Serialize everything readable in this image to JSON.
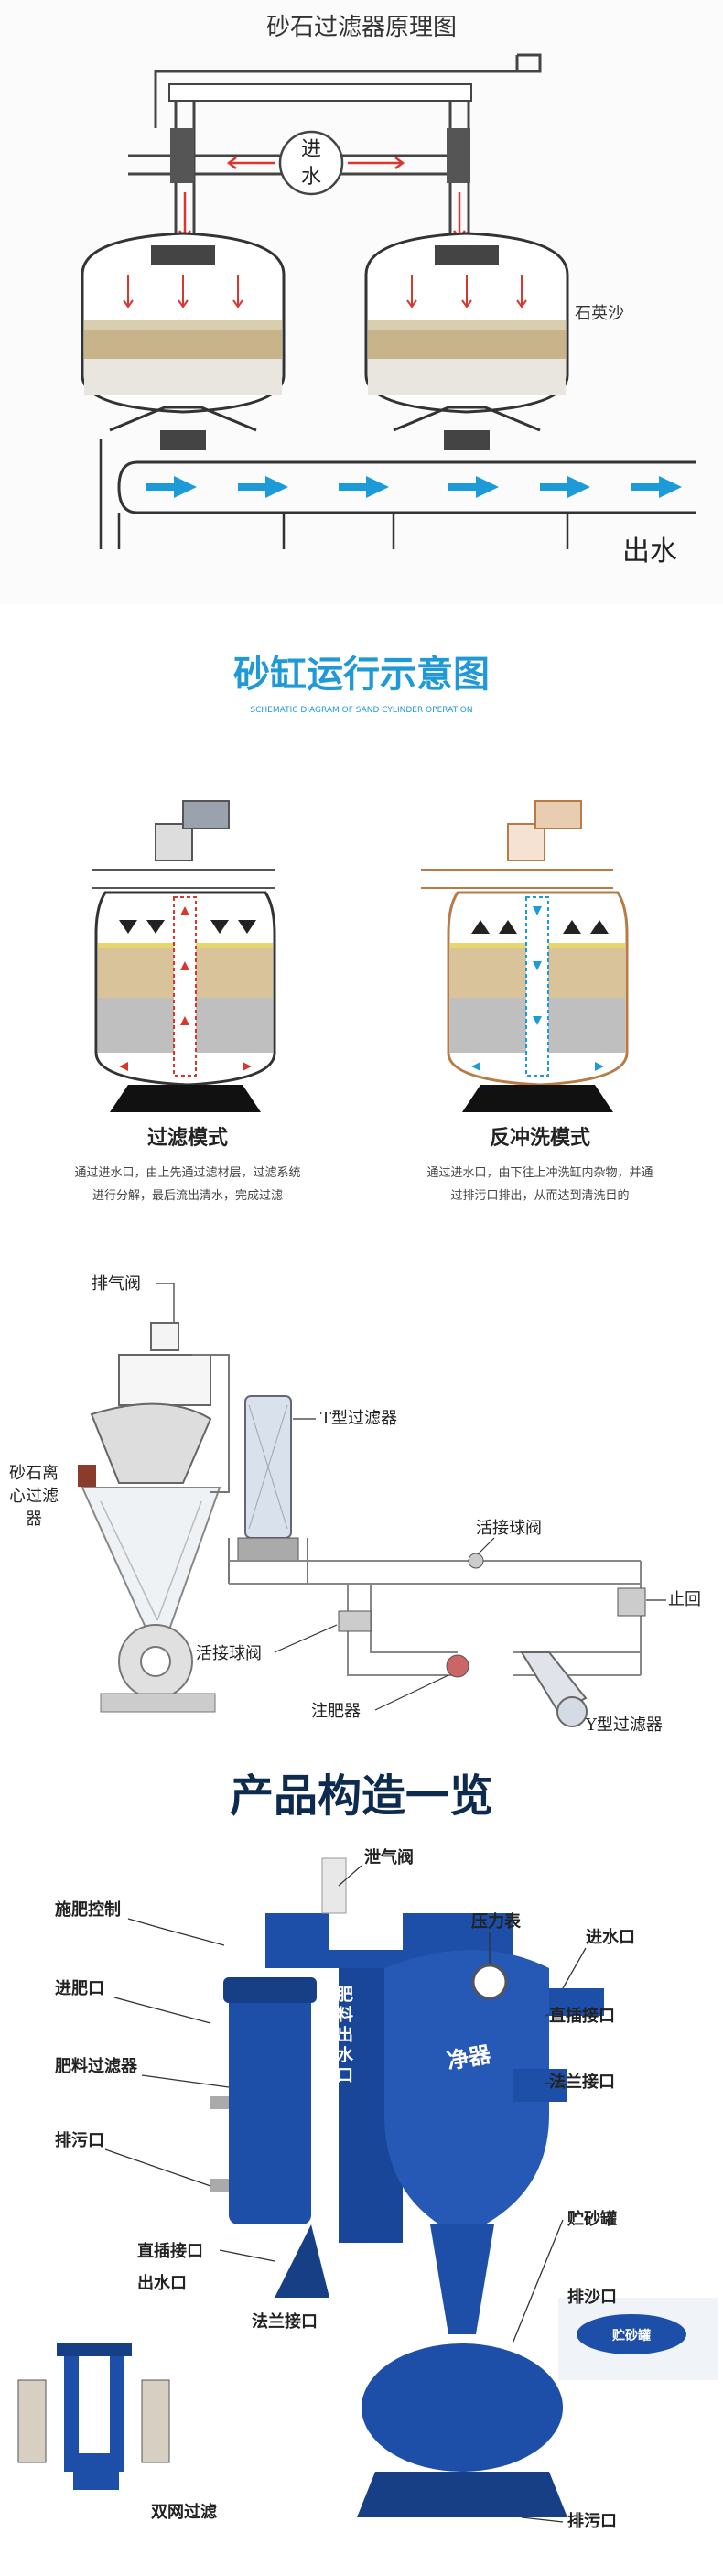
{
  "section1": {
    "title": "砂石过滤器原理图",
    "inlet_label_1": "进",
    "inlet_label_2": "水",
    "quartz_label": "石英沙",
    "outlet_label": "出水"
  },
  "section2": {
    "title": "砂缸运行示意图",
    "subtitle": "SCHEMATIC DIAGRAM OF SAND CYLINDER OPERATION",
    "filter_mode": {
      "title": "过滤模式",
      "desc_line1": "通过进水口，由上先通过滤材层，过滤系统",
      "desc_line2": "进行分解，最后流出清水，完成过滤"
    },
    "backwash_mode": {
      "title": "反冲洗模式",
      "desc_line1": "通过进水口，由下往上冲洗缸内杂物，并通",
      "desc_line2": "过排污口排出，从而达到清洗目的"
    }
  },
  "section3": {
    "labels": {
      "air_valve": "排气阀",
      "sand_cyclone_1": "砂石离",
      "sand_cyclone_2": "心过滤",
      "sand_cyclone_3": "器",
      "t_filter": "T型过滤器",
      "union_valve_right": "活接球阀",
      "union_valve_left": "活接球阀",
      "check_valve": "止回",
      "fertilizer_injector": "注肥器",
      "y_filter": "Y型过滤器"
    }
  },
  "section4": {
    "title": "产品构造一览",
    "labels": {
      "air_release": "泄气阀",
      "fert_control": "施肥控制",
      "pressure_gauge": "压力表",
      "inlet": "进水口",
      "fert_inlet": "进肥口",
      "direct_joint_right": "直插接口",
      "fert_filter": "肥料过滤器",
      "fert_outlet_vertical": "肥料出水口",
      "flange_right": "法兰接口",
      "drain_left": "排污口",
      "sand_tank": "贮砂罐",
      "direct_joint_left": "直插接口",
      "outlet": "出水口",
      "sand_discharge": "排沙口",
      "flange_left": "法兰接口",
      "drain_right": "排污口",
      "double_screen": "双网过滤",
      "tank_label": "贮砂罐"
    }
  },
  "colors": {
    "title_blue": "#1f9ad6",
    "dark_navy": "#0d2a4f",
    "product_blue": "#1d4fa8",
    "arrow_blue": "#1c9bd8",
    "arrow_red": "#d8372d",
    "sand": "#c8b48a",
    "backwash_brown": "#b87b46"
  }
}
